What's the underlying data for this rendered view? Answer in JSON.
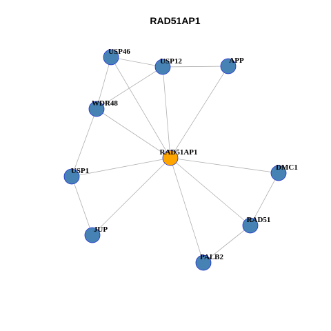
{
  "title": "RAD51AP1",
  "colors": {
    "node_fill": "#4682b4",
    "center_fill": "#ffa500",
    "node_border": "#1f2fd0",
    "edge": "#b0b0b0"
  },
  "graph": {
    "center": "RAD51AP1",
    "nodes": [
      "RAD51AP1",
      "USP46",
      "USP12",
      "APP",
      "WDR48",
      "USP1",
      "JUP",
      "DMC1",
      "RAD51",
      "PALB2"
    ],
    "edges": [
      [
        "USP46",
        "USP12"
      ],
      [
        "USP46",
        "WDR48"
      ],
      [
        "USP46",
        "RAD51AP1"
      ],
      [
        "USP12",
        "APP"
      ],
      [
        "USP12",
        "WDR48"
      ],
      [
        "USP12",
        "RAD51AP1"
      ],
      [
        "APP",
        "RAD51AP1"
      ],
      [
        "WDR48",
        "RAD51AP1"
      ],
      [
        "WDR48",
        "USP1"
      ],
      [
        "USP1",
        "RAD51AP1"
      ],
      [
        "USP1",
        "JUP"
      ],
      [
        "JUP",
        "RAD51AP1"
      ],
      [
        "RAD51AP1",
        "DMC1"
      ],
      [
        "RAD51AP1",
        "RAD51"
      ],
      [
        "RAD51AP1",
        "PALB2"
      ],
      [
        "DMC1",
        "RAD51"
      ],
      [
        "RAD51",
        "PALB2"
      ]
    ]
  }
}
